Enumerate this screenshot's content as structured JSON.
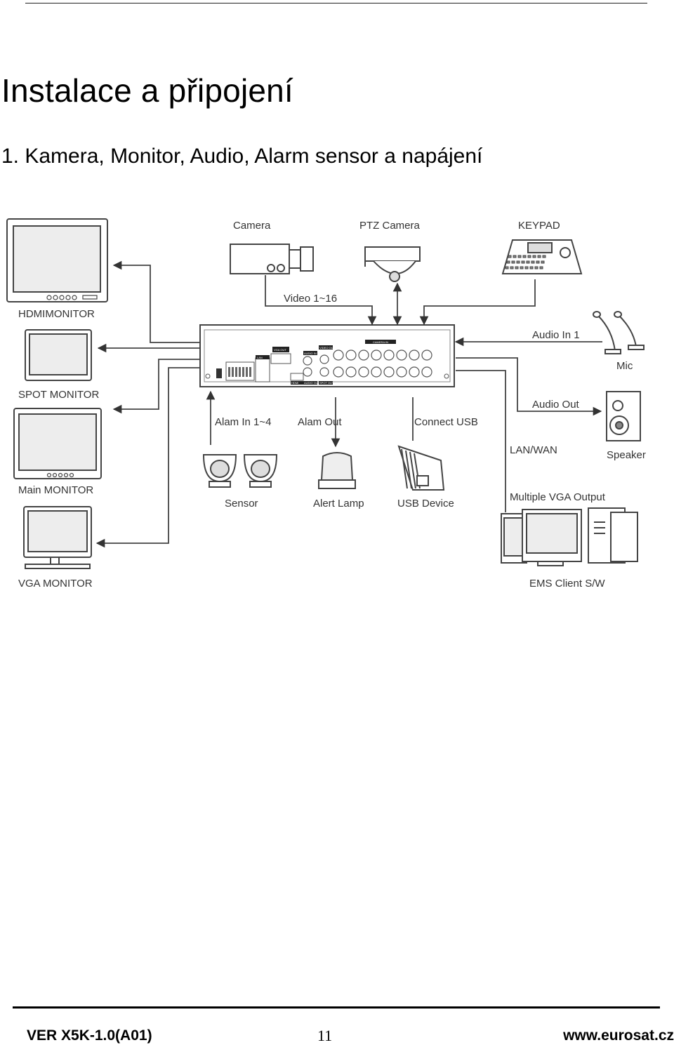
{
  "document": {
    "title": "Instalace a připojení",
    "section_title": "1. Kamera, Monitor, Audio, Alarm sensor a napájení"
  },
  "diagram": {
    "labels": {
      "hdmi_monitor": "HDMIMONITOR",
      "spot_monitor": "SPOT MONITOR",
      "main_monitor": "Main MONITOR",
      "vga_monitor": "VGA MONITOR",
      "camera": "Camera",
      "ptz_camera": "PTZ Camera",
      "keypad": "KEYPAD",
      "video": "Video 1~16",
      "audio_in": "Audio In 1",
      "mic": "Mic",
      "audio_out": "Audio Out",
      "speaker": "Speaker",
      "lan_wan": "LAN/WAN",
      "multiple_vga": "Multiple VGA Output",
      "ems_client": "EMS Client S/W",
      "alarm_in": "Alam In  1~4",
      "alarm_out": "Alam Out",
      "connect_usb": "Connect USB",
      "sensor": "Sensor",
      "alert_lamp": "Alert Lamp",
      "usb_device": "USB Device"
    },
    "panel_labels": {
      "camera_in": "CAMERA IN",
      "vga_out": "VGA OUT",
      "video_out": "VIDEO OUT",
      "audio_in": "AUDIO IN",
      "lan": "LAN",
      "audio_out": "AUDIO OUT",
      "spot_out": "SPOT OUT",
      "hdmi": "HDMI"
    }
  },
  "footer": {
    "version": "VER X5K-1.0(A01)",
    "page_number": "11",
    "website": "www.eurosat.cz"
  }
}
